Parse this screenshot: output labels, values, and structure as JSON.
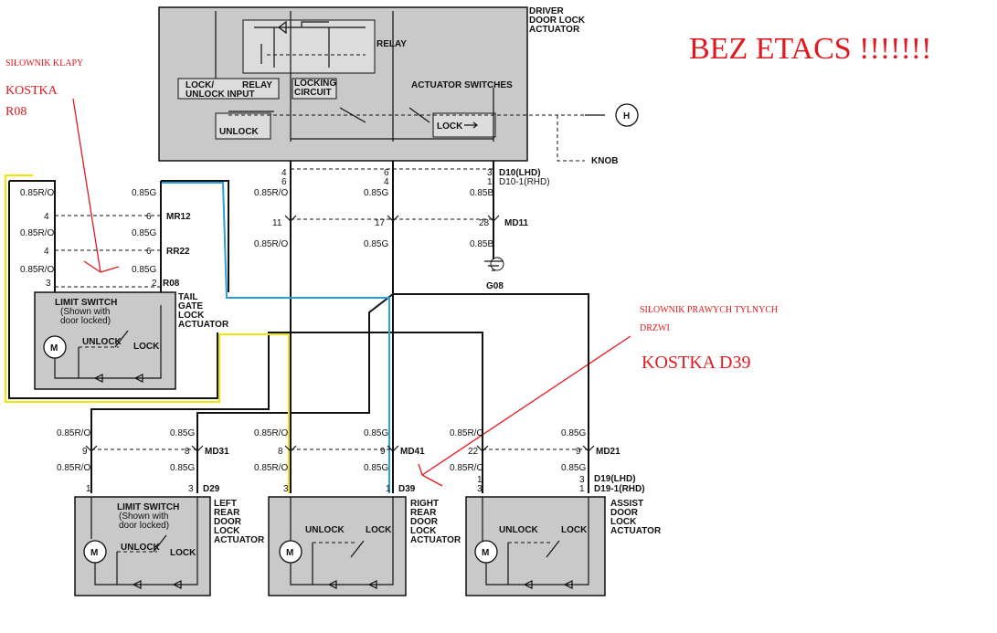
{
  "annotations": {
    "bez_etacs": "BEZ ETACS !!!!!!!",
    "silownik_klapy": "SIŁOWNIK KLAPY",
    "kostka_r08_line1": "KOSTKA",
    "kostka_r08_line2": "R08",
    "silownik_drzwi_line1": "SIŁOWNIK PRAWYCH TYLNYCH",
    "silownik_drzwi_line2": "DRZWI",
    "kostka_d39": "KOSTKA D39",
    "color": "#e0191f"
  },
  "driver_actuator": {
    "title_line1": "DRIVER",
    "title_line2": "DOOR LOCK",
    "title_line3": "ACTUATOR",
    "relay": "RELAY",
    "lock_unlock_input_line1": "LOCK/",
    "lock_unlock_input_line2": "UNLOCK INPUT",
    "relay2": "RELAY",
    "locking_circuit_line1": "LOCKING",
    "locking_circuit_line2": "CIRCUIT",
    "actuator_switches": "ACTUATOR SWITCHES",
    "unlock": "UNLOCK",
    "lock": "LOCK",
    "key_label": "H",
    "knob": "KNOB",
    "pins": {
      "a1": "4",
      "a2": "6",
      "b1": "6",
      "b2": "4",
      "c1": "3",
      "c2": "1"
    },
    "connector_lhd": "D10(LHD)",
    "connector_rhd": "D10-1(RHD)"
  },
  "wires": {
    "ro": "0.85R/O",
    "g": "0.85G",
    "b": "0.85B"
  },
  "md11": {
    "name": "MD11",
    "pin_a": "11",
    "pin_b": "17",
    "pin_c": "28",
    "ground": "G08"
  },
  "tailgate": {
    "mr12": "MR12",
    "mr12_pin_l": "4",
    "mr12_pin_r": "6",
    "rr22": "RR22",
    "rr22_pin_l": "4",
    "rr22_pin_r": "6",
    "r08": "R08",
    "r08_pin_l": "3",
    "r08_pin_r": "2",
    "limit_line1": "LIMIT SWITCH",
    "limit_line2": "(Shown with",
    "limit_line3": "door locked)",
    "unlock": "UNLOCK",
    "lock": "LOCK",
    "motor": "M",
    "title_line1": "TAIL",
    "title_line2": "GATE",
    "title_line3": "LOCK",
    "title_line4": "ACTUATOR"
  },
  "left_rear": {
    "md31": "MD31",
    "md31_pin_l": "9",
    "md31_pin_r": "8",
    "d29": "D29",
    "d29_pin_l": "1",
    "d29_pin_r": "3",
    "limit_line1": "LIMIT SWITCH",
    "limit_line2": "(Shown with",
    "limit_line3": "door locked)",
    "unlock": "UNLOCK",
    "lock": "LOCK",
    "motor": "M",
    "title_line1": "LEFT",
    "title_line2": "REAR",
    "title_line3": "DOOR",
    "title_line4": "LOCK",
    "title_line5": "ACTUATOR"
  },
  "right_rear": {
    "md41": "MD41",
    "md41_pin_l": "8",
    "md41_pin_r": "9",
    "d39": "D39",
    "d39_pin_l": "3",
    "d39_pin_r": "1",
    "unlock": "UNLOCK",
    "lock": "LOCK",
    "motor": "M",
    "title_line1": "RIGHT",
    "title_line2": "REAR",
    "title_line3": "DOOR",
    "title_line4": "LOCK",
    "title_line5": "ACTUATOR"
  },
  "assist": {
    "md21": "MD21",
    "md21_pin_l": "22",
    "md21_pin_r": "9",
    "d19_pin_l1": "1",
    "d19_pin_l2": "3",
    "d19_pin_r1": "3",
    "d19_pin_r2": "1",
    "d19_lhd": "D19(LHD)",
    "d19_rhd": "D19-1(RHD)",
    "unlock": "UNLOCK",
    "lock": "LOCK",
    "motor": "M",
    "title_line1": "ASSIST",
    "title_line2": "DOOR",
    "title_line3": "LOCK",
    "title_line4": "ACTUATOR"
  },
  "highlight_colors": {
    "yellow": "#f2e600",
    "blue": "#2aa0d8"
  }
}
